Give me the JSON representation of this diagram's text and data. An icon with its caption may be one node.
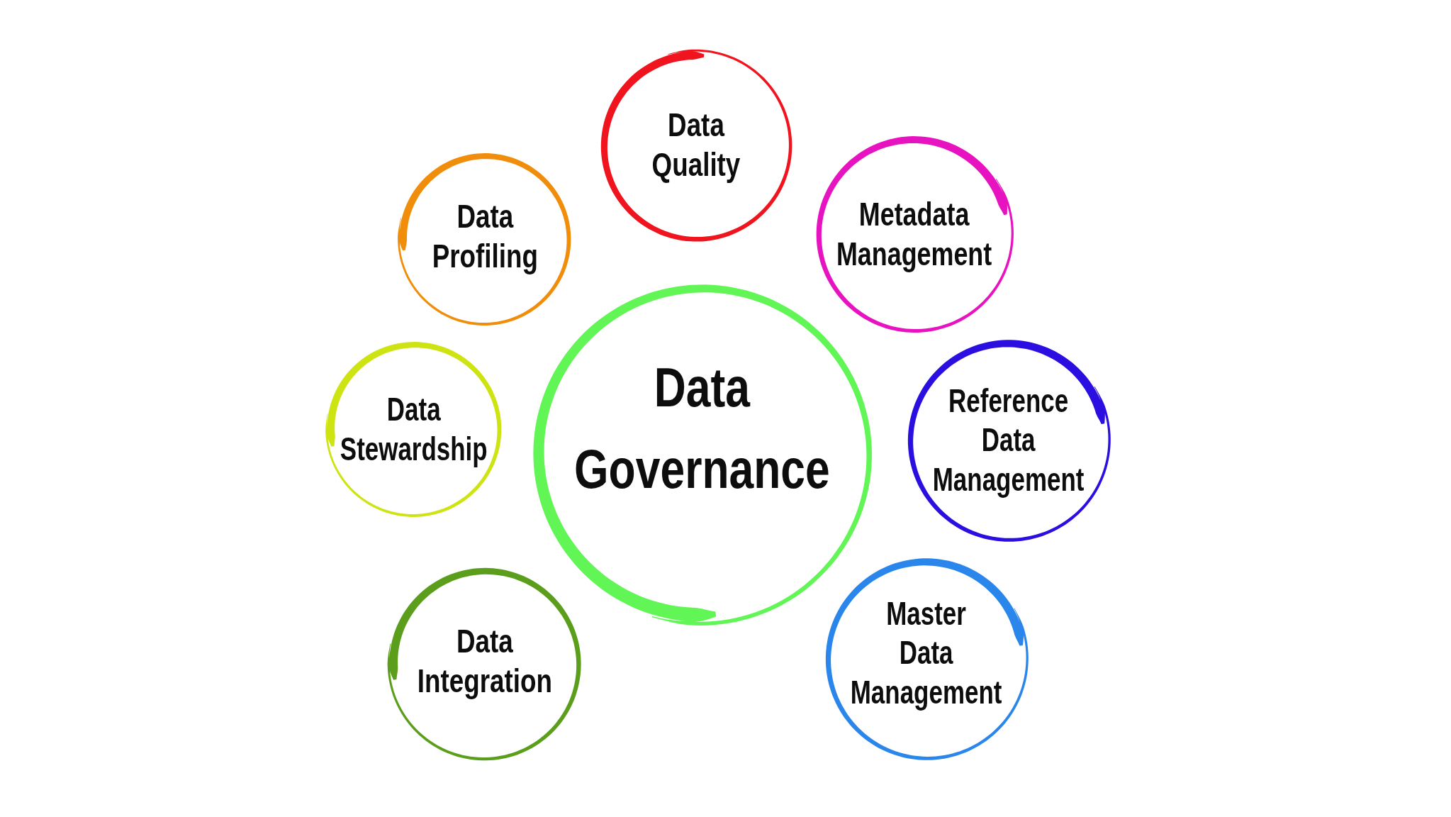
{
  "diagram": {
    "nodes": [
      {
        "text": [
          "Data Governance"
        ]
      },
      {
        "text": [
          "Data Quality"
        ]
      },
      {
        "text": [
          "Metadata Management"
        ]
      },
      {
        "text": [
          "Reference Data Management"
        ]
      },
      {
        "text": [
          "Master Data Management"
        ]
      },
      {
        "text": [
          "Data Integration"
        ]
      },
      {
        "text": [
          "Data Stewardship"
        ]
      },
      {
        "text": [
          "Data Profiling"
        ]
      }
    ]
  }
}
